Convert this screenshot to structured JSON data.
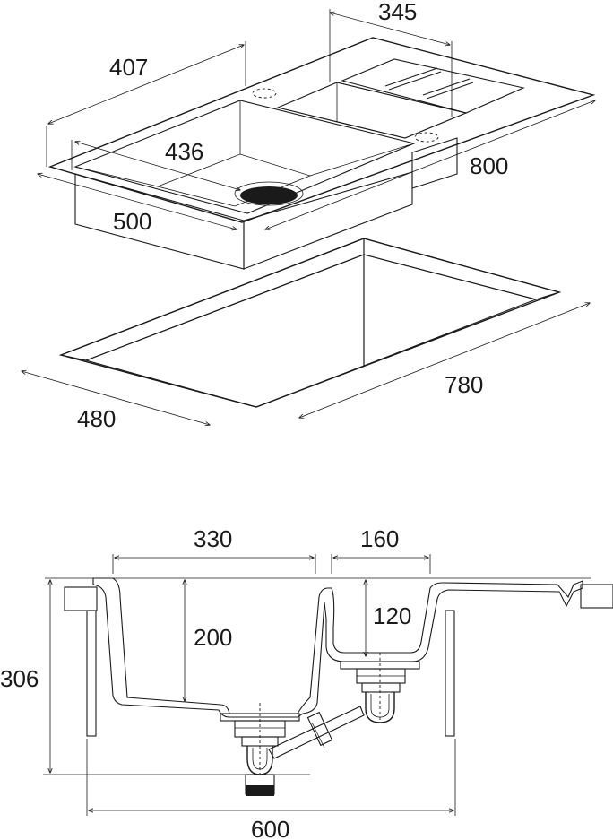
{
  "colors": {
    "outline": "#1a1a1a",
    "surface": "#ededed",
    "bowl_wall": "#c9c9c9",
    "bowl_floor": "#e2e2e2",
    "front_face": "#d0d0d0",
    "cut_shadow": "#b9b9b9",
    "cut_floor": "#f3f3f3",
    "section_fill": "#c3c3c3",
    "drain_hole": "#1a1a1a"
  },
  "top_view": {
    "dim_407": "407",
    "dim_345": "345",
    "dim_436": "436",
    "dim_800": "800",
    "dim_500": "500"
  },
  "cutout_view": {
    "dim_780": "780",
    "dim_480": "480"
  },
  "section_view": {
    "dim_330": "330",
    "dim_160": "160",
    "dim_200": "200",
    "dim_120": "120",
    "dim_306": "306",
    "dim_600": "600"
  }
}
